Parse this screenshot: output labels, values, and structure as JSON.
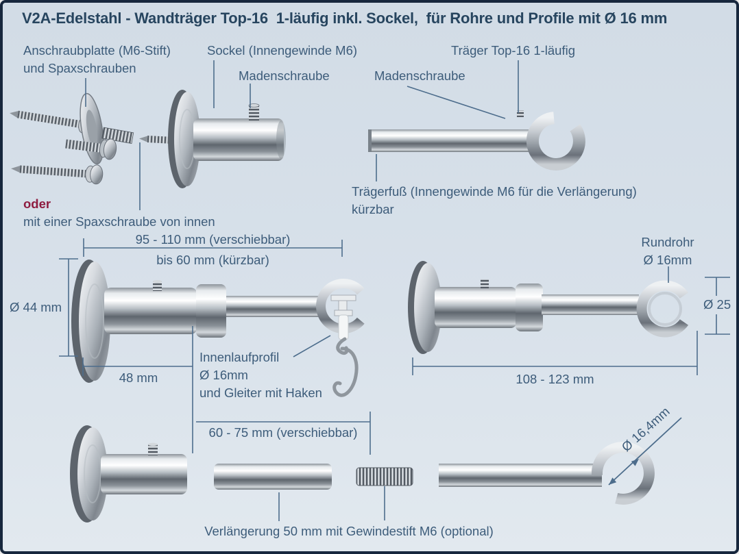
{
  "title": "V2A-Edelstahl - Wandträger Top-16  1-läufig inkl. Sockel,  für Rohre und Profile mit Ø 16 mm",
  "colors": {
    "bg": "#d7e0e9",
    "border": "#17273d",
    "label": "#3d5c7a",
    "title": "#27455f",
    "accent": "#8e1c40",
    "line": "#4d6d8c"
  },
  "callouts": {
    "anschraubplatte_line1": "Anschraubplatte (M6-Stift)",
    "anschraubplatte_line2": "und Spaxschrauben",
    "sockel": "Sockel (Innengewinde M6)",
    "madenschraube_top": "Madenschraube",
    "traeger": "Träger Top-16 1-läufig",
    "madenschraube_right": "Madenschraube",
    "oder": "oder",
    "spax_innen": "mit einer Spaxschraube von innen",
    "traegerfuss_line1": "Trägerfuß (Innengewinde M6 für die Verlängerung)",
    "traegerfuss_line2": "kürzbar",
    "rundrohr_line1": "Rundrohr",
    "rundrohr_line2": "Ø 16mm",
    "innenlauf_line1": "Innenlaufprofil",
    "innenlauf_line2": "Ø 16mm",
    "innenlauf_line3": "und Gleiter mit Haken",
    "verlaengerung": "Verlängerung 50 mm mit Gewindestift M6 (optional)"
  },
  "dimensions": {
    "slide_range_top": "95 - 110 mm (verschiebbar)",
    "shorten_top": "bis 60 mm (kürzbar)",
    "plate_diameter": "Ø 44 mm",
    "base_length": "48 mm",
    "slide_range_bottom": "60 - 75 mm (verschiebbar)",
    "total_length": "108 - 123 mm",
    "ring_outer_diameter": "Ø 25",
    "ring_inner_diameter": "Ø 16,4mm"
  }
}
